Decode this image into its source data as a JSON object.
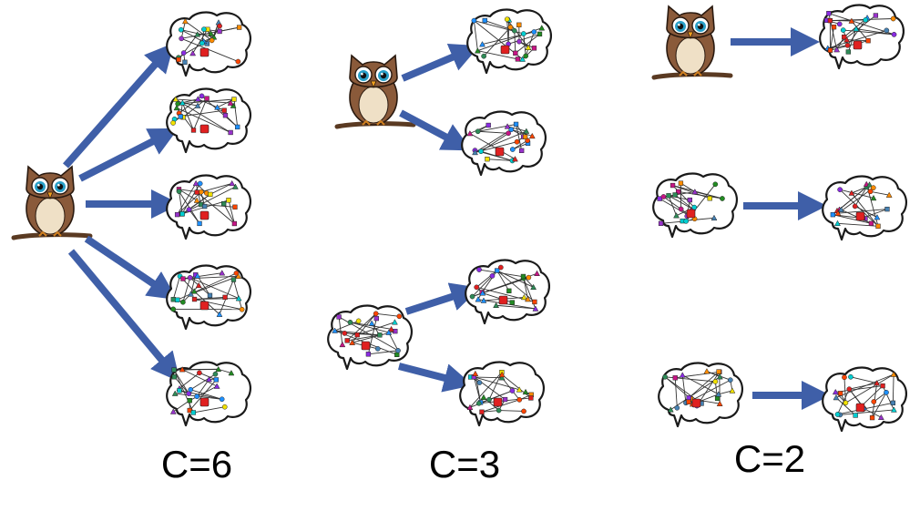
{
  "colors": {
    "arrow": "#3f5fa8",
    "brain_outline": "#1a1a1a",
    "brain_fill": "#ffffff",
    "owl_body": "#8a5a3a",
    "owl_belly": "#efe0c6",
    "owl_branch": "#5a3a22",
    "node_palette": [
      "#e02020",
      "#2e8b57",
      "#1e90ff",
      "#8a2be2",
      "#ff8c00",
      "#00ced1",
      "#c71585",
      "#f0e000",
      "#ff4500",
      "#228b22",
      "#4682b4",
      "#9932cc"
    ]
  },
  "diagram": {
    "groups": [
      {
        "label": "C=6",
        "teacher": "owl-icon",
        "students": 5
      },
      {
        "label": "C=3",
        "teacher_a": "owl-icon",
        "teacher_b": "brain-network-icon",
        "students": 4
      },
      {
        "label": "C=2",
        "teacher_a": "owl-icon",
        "teacher_b": "brain-network-icon",
        "teacher_c": "brain-network-icon",
        "students": 3
      }
    ]
  }
}
